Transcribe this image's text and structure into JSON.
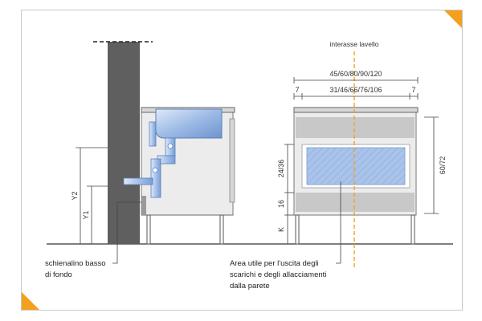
{
  "diagram": {
    "sink_axis_label": "interasse lavello",
    "overall_width": "45/60/80/90/120",
    "side_clearance_left": "7",
    "side_clearance_right": "7",
    "inner_width": "31/46/66/76/106",
    "height_top": "24/36",
    "height_mid": "16",
    "height_bottom": "K",
    "height_total": "60/72",
    "y1_label": "Y1",
    "y2_label": "Y2",
    "back_panel_label": [
      "schienalino basso",
      "di fondo"
    ],
    "usable_area_label": [
      "Area utile per l'uscita degli",
      "scarichi e degli allacciamenti",
      "dalla parete"
    ]
  },
  "colors": {
    "accent": "#f3a01d",
    "wall": "#5f5f5f",
    "basin": "#8fb0e0",
    "area": "#a9c3ea",
    "panel": "#c8c8c8",
    "cabinet": "#ececec"
  }
}
